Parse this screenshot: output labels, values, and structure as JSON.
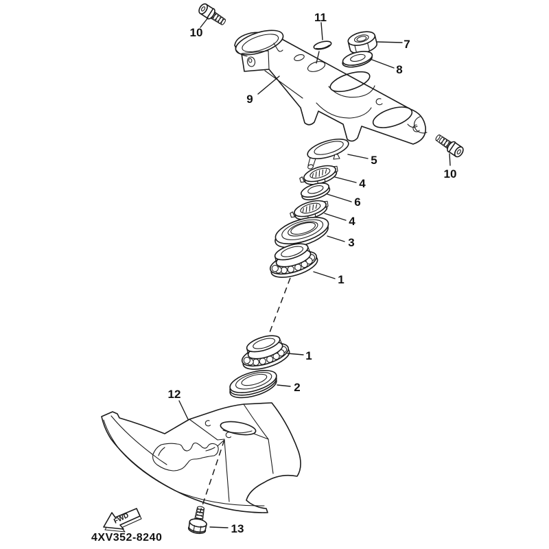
{
  "diagram": {
    "code": "4XV352-8240",
    "fwd": "FWD",
    "callouts": {
      "bolt_upper_left": "10",
      "washer_11": "11",
      "nut_7": "7",
      "washer_8": "8",
      "bracket_9": "9",
      "bolt_right": "10",
      "lock_washer_5": "5",
      "ring_nut_upper_4": "4",
      "washer_6": "6",
      "ring_nut_lower_4": "4",
      "cover_3": "3",
      "bearing_upper_1": "1",
      "bearing_lower_1": "1",
      "seal_2": "2",
      "fender_12": "12",
      "bolt_13": "13"
    }
  }
}
